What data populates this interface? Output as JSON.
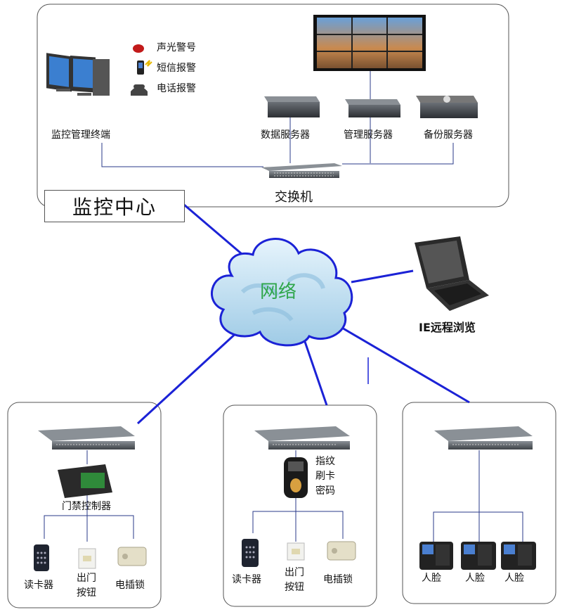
{
  "center": {
    "title": "监控中心",
    "terminal": "监控管理终端",
    "alarms": [
      "声光警号",
      "短信报警",
      "电话报警"
    ],
    "servers": [
      "数据服务器",
      "管理服务器",
      "备份服务器"
    ],
    "switch": "交换机"
  },
  "network": {
    "label": "网络"
  },
  "remote": {
    "label": "IE远程浏览"
  },
  "site1": {
    "controller": "门禁控制器",
    "devices": [
      "读卡器",
      "出门",
      "按钮",
      "电插锁"
    ]
  },
  "site2": {
    "reader": [
      "指纹",
      "刷卡",
      "密码"
    ],
    "devices": [
      "读卡器",
      "出门",
      "按钮",
      "电插锁"
    ]
  },
  "site3": {
    "devices": [
      "人脸",
      "人脸",
      "人脸"
    ]
  },
  "colors": {
    "link": "#1b22d6",
    "line": "#2a3a8a",
    "cloud": "#b9dcf0",
    "text_green": "#2ea64a"
  }
}
